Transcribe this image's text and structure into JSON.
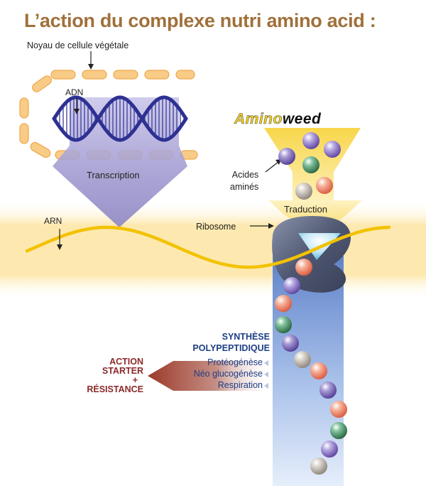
{
  "title": "L’action du complexe nutri amino acid :",
  "labels": {
    "nucleus": "Noyau de cellule végétale",
    "dna": "ADN",
    "transcription": "Transcription",
    "rna": "ARN",
    "ribosome": "Ribosome",
    "amino_acids_line1": "Acides",
    "amino_acids_line2": "aminés",
    "translation": "Traduction"
  },
  "brand": {
    "part1": "Amino",
    "part2": "weed"
  },
  "synthesis": {
    "line1": "SYNTHÈSE",
    "line2": "POLYPEPTIDIQUE"
  },
  "processes": [
    "Protéogénèse",
    "Néo glucogénèse",
    "Respiration"
  ],
  "action": {
    "line1": "ACTION",
    "line2": "STARTER",
    "plus": "+",
    "line3": "RÉSISTANCE"
  },
  "colors": {
    "title": "#a0703a",
    "dna": "#2e3192",
    "rna": "#f2c200",
    "band": "#fde9b0",
    "nucleus_membrane": "#f6c272",
    "transcription_triangle": "#a9a3d4",
    "translation_funnel": "#fbe389",
    "ribosome": "#5a6278",
    "polypeptide_column": "#8aa8dc",
    "synthesis_text": "#1e3f86",
    "action_arrow": "#9c3a2a",
    "action_text": "#8c2a2a",
    "amino_acid_colors": [
      "#8e7cc3",
      "#f08a6a",
      "#3f8a5a",
      "#8a6fb8",
      "#b9b3ad"
    ]
  }
}
